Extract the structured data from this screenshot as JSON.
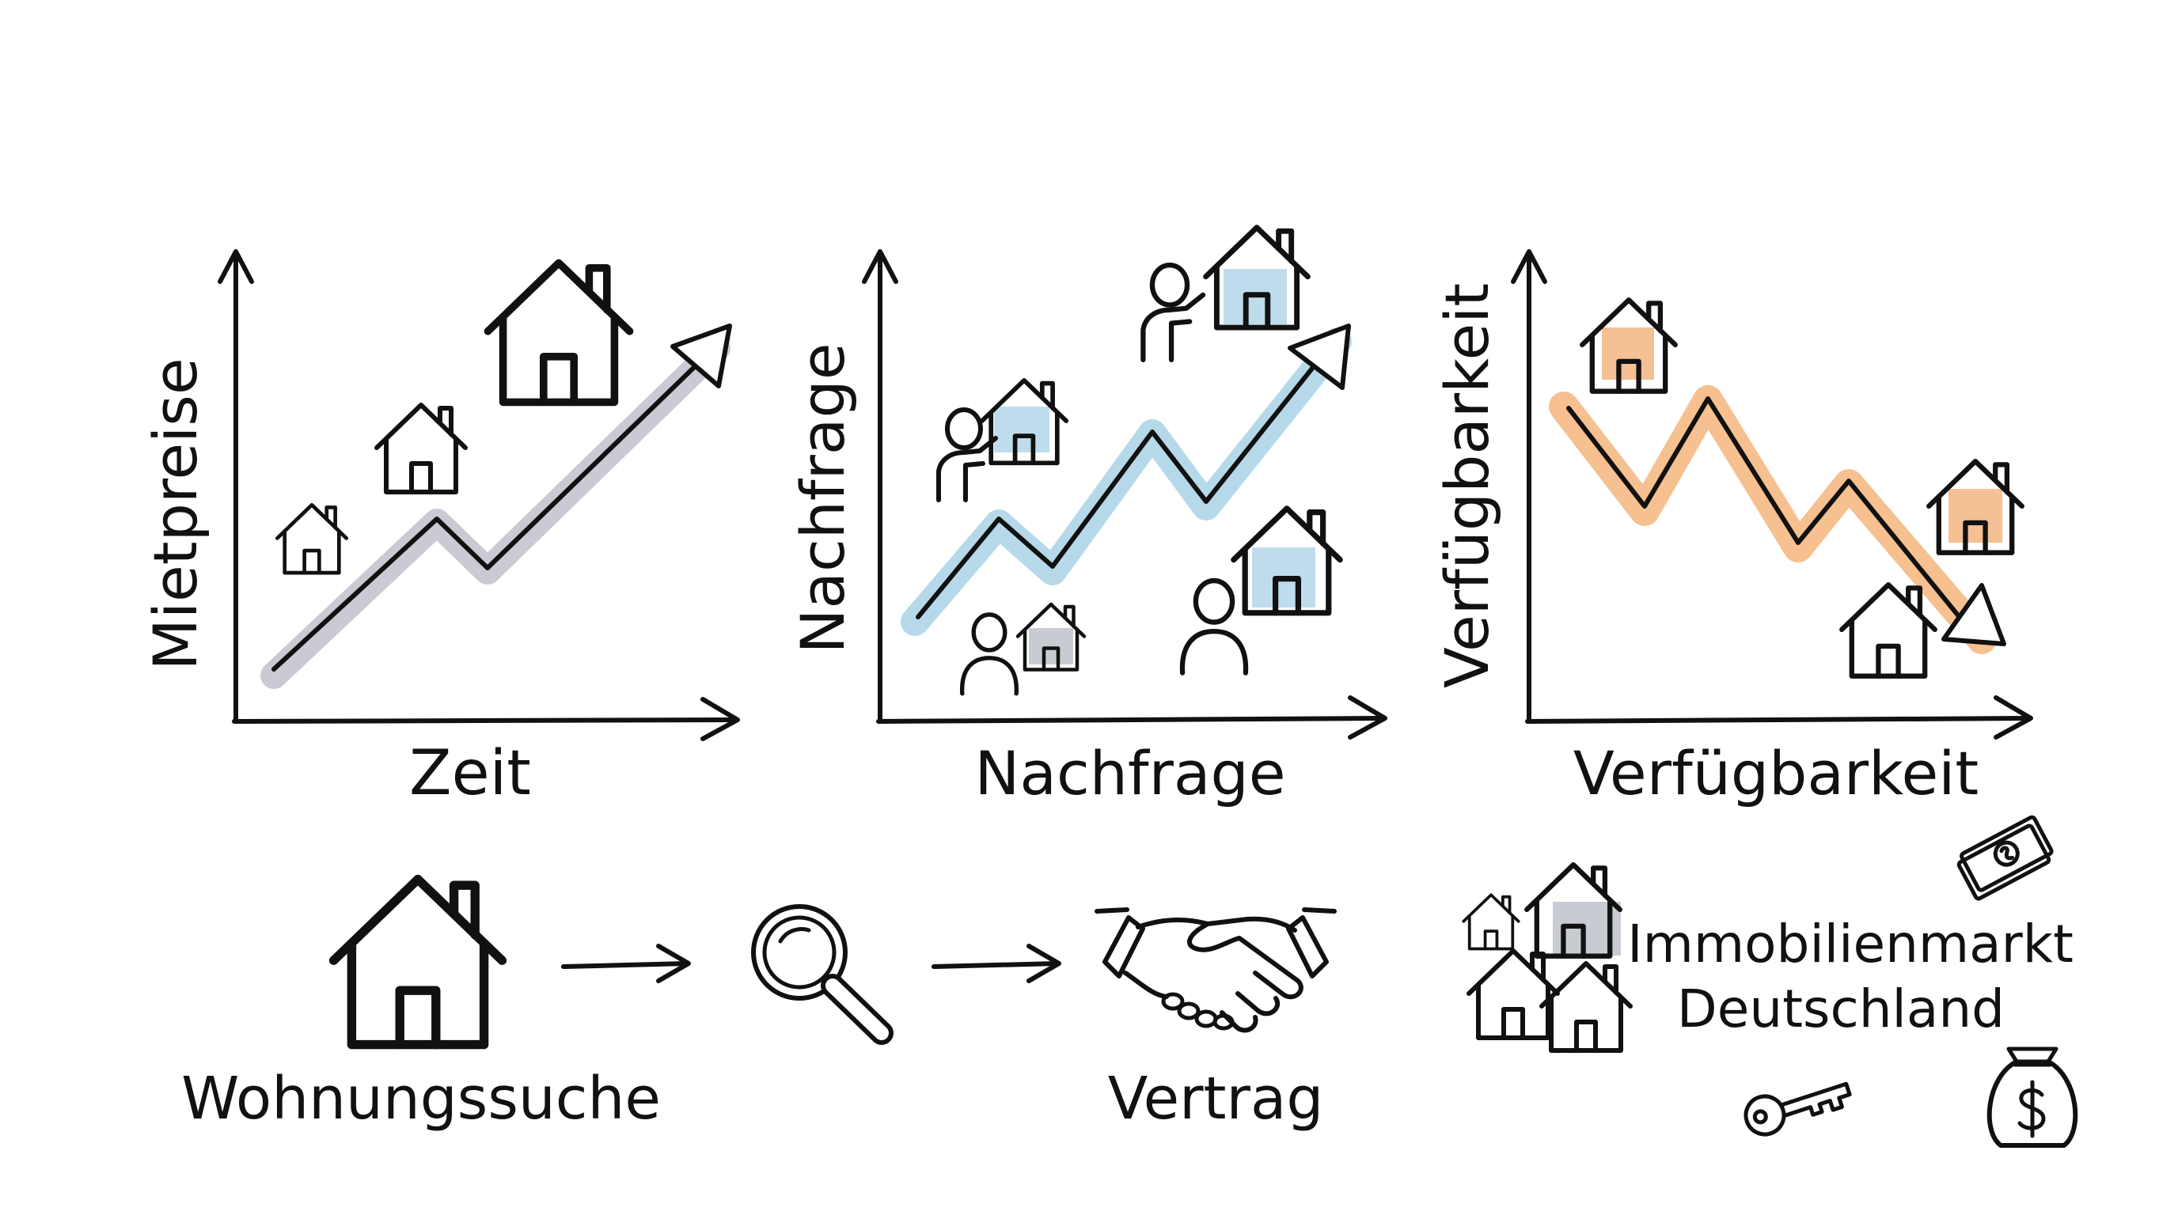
{
  "colors": {
    "ink": "#111111",
    "gray_highlight": "#c9cad3",
    "blue_highlight": "#b6d9ea",
    "blue_house": "#bfdcec",
    "orange_highlight": "#f6c091",
    "orange_house": "#f4c094",
    "gray_house": "#c8cbd1"
  },
  "charts": [
    {
      "id": "mietpreise",
      "y_label": "Mietpreise",
      "x_label": "Zeit",
      "trend": "up",
      "icons": [
        "house-icon",
        "house-icon",
        "house-icon"
      ]
    },
    {
      "id": "nachfrage",
      "y_label": "Nachfrage",
      "x_label": "Nachfrage",
      "trend": "up",
      "icons": [
        "person-pointing-icon",
        "house-icon",
        "person-pointing-icon",
        "house-icon",
        "person-icon",
        "house-icon",
        "person-icon",
        "house-icon"
      ]
    },
    {
      "id": "verfuegbarkeit",
      "y_label": "Verfügbarkeit",
      "x_label": "Verfügbarkeit",
      "trend": "down",
      "icons": [
        "house-icon",
        "house-icon",
        "house-icon"
      ]
    }
  ],
  "process": {
    "step1_icon": "house-icon",
    "step1_label": "Wohnungssuche",
    "step2_icon": "magnifier-icon",
    "step3_icon": "handshake-icon",
    "step3_label": "Vertrag"
  },
  "market": {
    "title_line1": "Immobilienmarkt",
    "title_line2": "Deutschland",
    "icons": [
      "houses-cluster-icon",
      "banknote-icon",
      "key-icon",
      "money-bag-icon"
    ]
  }
}
